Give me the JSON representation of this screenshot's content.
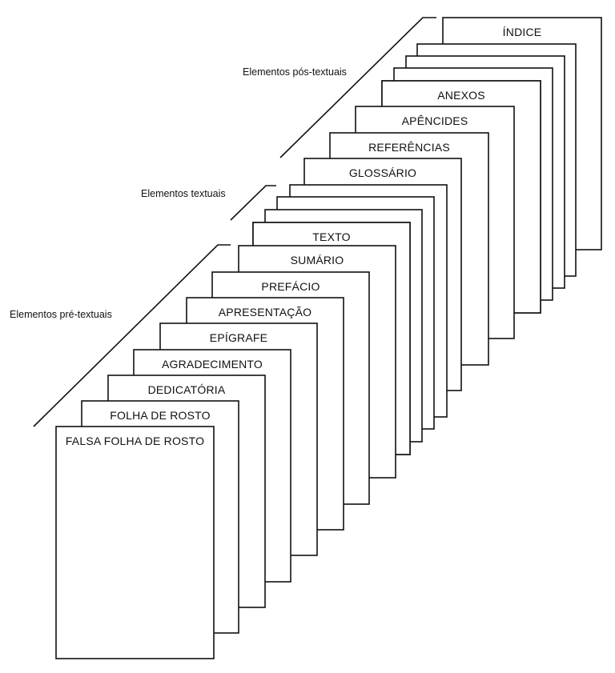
{
  "groups": {
    "pre": "Elementos pré-textuais",
    "textual": "Elementos textuais",
    "post": "Elementos pós-textuais"
  },
  "sheets": [
    "ÍNDICE",
    "",
    "",
    "",
    "",
    "ANEXOS",
    "APÊNCIDES",
    "REFERÊNCIAS",
    "GLOSSÁRIO",
    "",
    "",
    "",
    "",
    "TEXTO",
    "SUMÁRIO",
    "PREFÁCIO",
    "APRESENTAÇÃO",
    "EPÍGRAFE",
    "AGRADECIMENTO",
    "DEDICATÓRIA",
    "FOLHA DE ROSTO",
    "FALSA FOLHA DE ROSTO"
  ]
}
